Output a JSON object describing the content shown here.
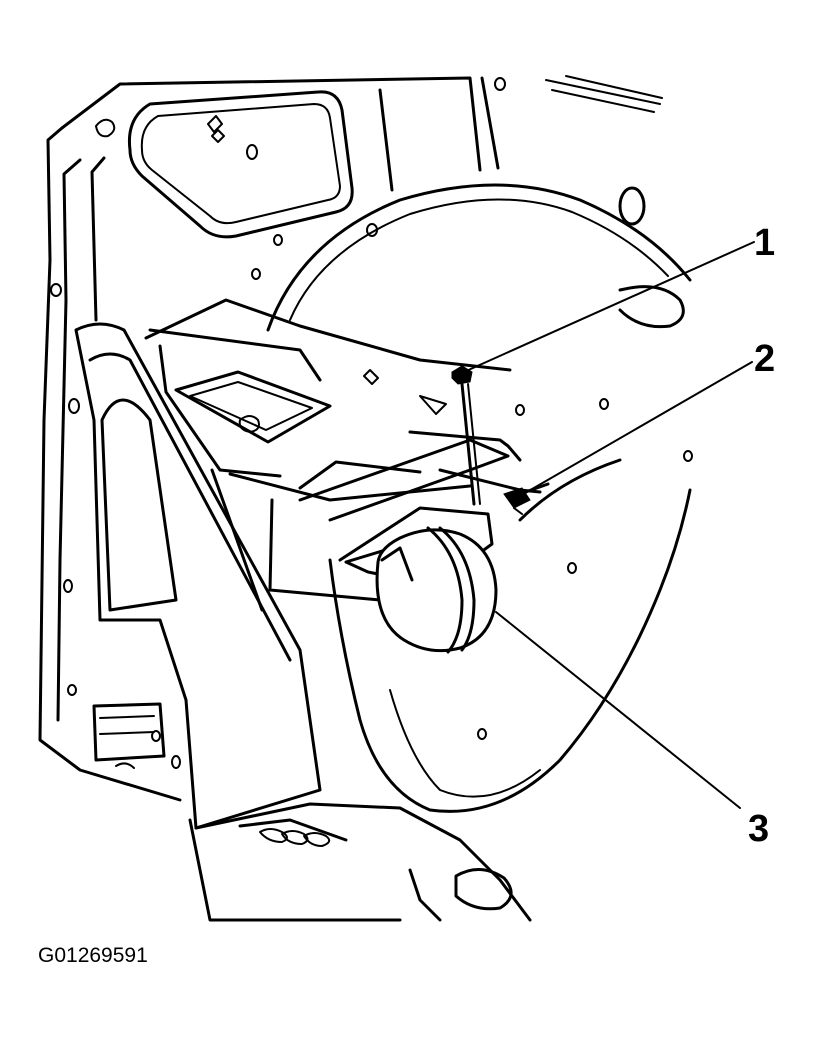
{
  "callouts": [
    {
      "number": "1"
    },
    {
      "number": "2"
    },
    {
      "number": "3"
    }
  ],
  "figure_code": "G01269591",
  "colors": {
    "line": "#000000",
    "background": "#ffffff"
  }
}
